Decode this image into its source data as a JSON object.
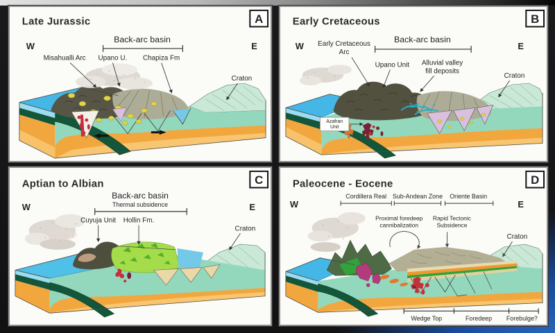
{
  "slide": {
    "type": "geological-evolution-block-diagrams",
    "panel_count": 4
  },
  "colors": {
    "ocean": "#45b7e6",
    "ocean_c": "#4fc0e8",
    "mantle": "#f2a73e",
    "mantle_light": "#f9cd7e",
    "slab": "#14563a",
    "basement": "#93d8bd",
    "craton": "#c9e8d6",
    "arc_rock": "#565546",
    "fan_gray": "#adac96",
    "upland_gray": "#b3af94",
    "smoke": "#ddd8d1",
    "magma_red": "#c4303a",
    "maroon": "#7a2136",
    "volcanic_yellow": "#e2d348",
    "hollin_green": "#a5dc4a",
    "hollin_green_dark": "#54b02a",
    "pink_wedge": "#d9c0dc",
    "alluvial_cyan": "#28aec6",
    "magenta": "#b23b7c",
    "orange_lens": "#e07a2e",
    "mountain_green": "#4e6b46",
    "strip_green": "#33a23a",
    "strata_orange": "#f09830",
    "strata_tan": "#e8dbae",
    "blue_patch": "#74c8e8",
    "tan_wedge": "#ead9a8"
  },
  "panels": {
    "a": {
      "title": "Late Jurassic",
      "letter": "A",
      "west": "W",
      "east": "E",
      "bracket_label": "Back-arc basin",
      "labels": {
        "arc": "Misahualli Arc",
        "upano": "Upano U.",
        "chapiza": "Chapiza Fm",
        "craton": "Craton"
      }
    },
    "b": {
      "title": "Early Cretaceous",
      "letter": "B",
      "west": "W",
      "east": "E",
      "bracket_label": "Back-arc basin",
      "labels": {
        "arc_line1": "Early Cretaceous",
        "arc_line2": "Arc",
        "upano": "Upano Unit",
        "alluvial_line1": "Alluvial valley",
        "alluvial_line2": "fill deposits",
        "azafran_line1": "Azafran",
        "azafran_line2": "Unit",
        "craton": "Craton"
      }
    },
    "c": {
      "title": "Aptian to Albian",
      "letter": "C",
      "west": "W",
      "east": "E",
      "bracket_label": "Back-arc basin",
      "bracket_sublabel": "Thermal subsidence",
      "labels": {
        "cuyuja": "Cuyuja Unit",
        "hollin": "Hollin Fm.",
        "craton": "Craton"
      }
    },
    "d": {
      "title": "Paleocene - Eocene",
      "letter": "D",
      "west": "W",
      "east": "E",
      "zones": {
        "cordillera": "Cordillera Real",
        "subandean": "Sub-Andean Zone",
        "oriente": "Oriente Basin"
      },
      "labels": {
        "proximal_line1": "Proximal foredeep",
        "proximal_line2": "cannibalization",
        "rapid_line1": "Rapid Tectonic",
        "rapid_line2": "Subsidence",
        "craton": "Craton"
      },
      "bottom_zones": {
        "wedge": "Wedge Top",
        "foredeep": "Foredeep",
        "forebulge": "Forebulge?"
      }
    }
  }
}
